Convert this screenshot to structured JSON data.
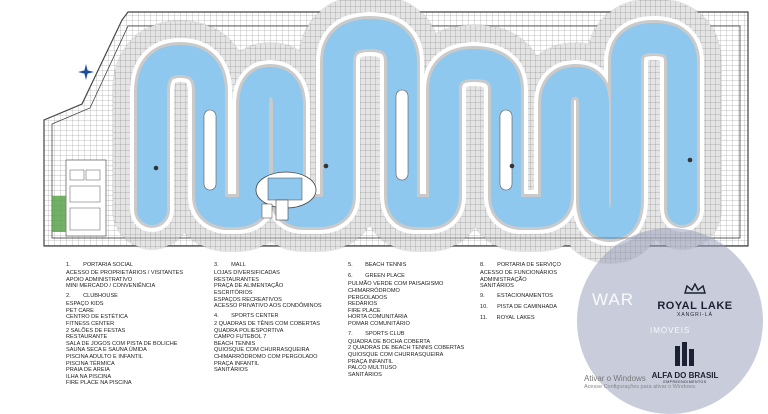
{
  "map": {
    "lake_color": "#8fc8ee",
    "lot_line_color": "#555555",
    "road_color": "#ffffff",
    "green_color": "#58a24a",
    "north_arrow_icon": "compass-rose"
  },
  "legend": {
    "columns": [
      {
        "sections": [
          {
            "heading": "1.        PORTARIA SOCIAL",
            "items": [
              "ACESSO DE PROPRIETÁRIOS / VISITANTES",
              "APOIO ADMINISTRATIVO",
              "MINI MERCADO / CONVENIÊNCIA"
            ]
          },
          {
            "heading": "2.        CLUBHOUSE",
            "items": [
              "ESPAÇO KIDS",
              "PET CARE",
              "CENTRO DE ESTÉTICA",
              "FITNESS CENTER",
              "2 SALÕES DE FESTAS",
              "RESTAURANTE",
              "SALA DE JOGOS COM PISTA DE BOLICHE",
              "SAUNA SECA E SAUNA ÚMIDA",
              "PISCINA ADULTO E INFANTIL",
              "PISCINA TÉRMICA",
              "PRAIA DE AREIA",
              "ILHA NA PISCINA",
              "FIRE PLACE NA PISCINA"
            ]
          }
        ]
      },
      {
        "sections": [
          {
            "heading": "3.        MALL",
            "items": [
              "LOJAS DIVERSIFICADAS",
              "RESTAURANTES",
              "PRAÇA DE ALIMENTAÇÃO",
              "ESCRITÓRIOS",
              "ESPAÇOS RECREATIVOS",
              "ACESSO PRIVATIVO AOS CONDÔMINOS"
            ]
          },
          {
            "heading": "4.        SPORTS CENTER",
            "items": [
              "2 QUADRAS DE TÊNIS COM COBERTAS",
              "QUADRA POLIESPORTIVA",
              "CAMPO FUTEBOL 7",
              "BEACH TENNIS",
              "QUIOSQUE COM CHURRASQUEIRA",
              "CHIMARRÓDROMO COM PERGOLADO",
              "PRAÇA INFANTIL",
              "SANITÁRIOS"
            ]
          }
        ]
      },
      {
        "sections": [
          {
            "heading": "5.        BEACH TENNIS",
            "items": []
          },
          {
            "heading": "6.        GREEN PLACE",
            "items": [
              "PULMÃO VERDE COM PAISAGISMO",
              "CHIMARRÓDROMO",
              "PERGOLADOS",
              "REDÁRIOS",
              "FIRE PLACE",
              "HORTA COMUNITÁRIA",
              "POMAR COMUNITÁRIO"
            ]
          },
          {
            "heading": "7.        SPORTS CLUB",
            "items": [
              "QUADRA DE BOCHA COBERTA",
              "2 QUADRAS DE BEACH TENNIS COBERTAS",
              "QUIOSQUE COM CHURRASQUEIRA",
              "PRAÇA INFANTIL",
              "PALCO MULTIUSO",
              "SANITÁRIOS"
            ]
          }
        ]
      },
      {
        "sections": [
          {
            "heading": "8.        PORTARIA DE SERVIÇO",
            "items": [
              "ACESSO DE FUNCIONÁRIOS",
              "ADMINISTRAÇÃO",
              "SANITÁRIOS"
            ]
          },
          {
            "heading": "9.        ESTACIONAMENTOS",
            "items": []
          },
          {
            "heading": "10.      PISTA DE CAMINHADA",
            "items": []
          },
          {
            "heading": "11.      ROYAL LAKES",
            "items": []
          }
        ]
      }
    ]
  },
  "watermark": {
    "agency_partial": "WAR",
    "royal_lake": "ROYAL LAKE",
    "xangrila": "XANGRI-LÁ",
    "imoveis": "IMÓVEIS",
    "alfa": "ALFA DO BRASIL",
    "alfa_sub": "EMPREENDIMENTOS"
  },
  "windows_activation": {
    "line1": "Ativar o Windows",
    "line2": "Acesse Configurações para ativar o Windows."
  }
}
